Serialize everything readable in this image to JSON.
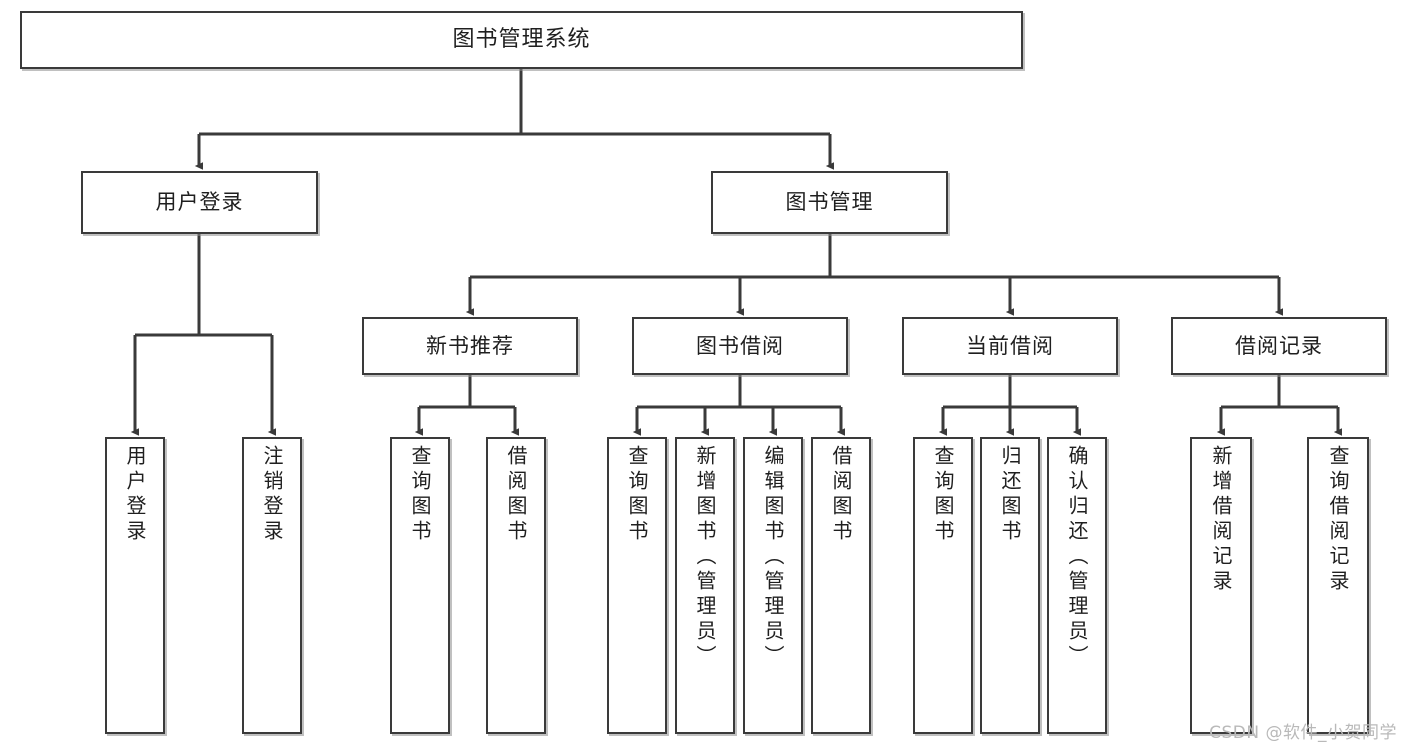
{
  "diagram": {
    "title": "图书管理系统",
    "type": "functional-decomposition-tree",
    "style": {
      "box_border_color": "#3a3a3a",
      "box_fill_color": "#ffffff",
      "connector_color": "#3a3a3a",
      "text_color": "#1f1f1f",
      "watermark_color": "#b9b9b9"
    },
    "root": {
      "label": "图书管理系统"
    },
    "level2": [
      {
        "label": "用户登录"
      },
      {
        "label": "图书管理"
      }
    ],
    "level3": [
      {
        "label": "新书推荐"
      },
      {
        "label": "图书借阅"
      },
      {
        "label": "当前借阅"
      },
      {
        "label": "借阅记录"
      }
    ],
    "leaves": {
      "user_login": [
        {
          "label": "用户登录"
        },
        {
          "label": "注销登录"
        }
      ],
      "new_book_recommend": [
        {
          "label": "查询图书"
        },
        {
          "label": "借阅图书"
        }
      ],
      "book_borrow": [
        {
          "label": "查询图书"
        },
        {
          "label": "新增图书（管理员）"
        },
        {
          "label": "编辑图书（管理员）"
        },
        {
          "label": "借阅图书"
        }
      ],
      "current_borrow": [
        {
          "label": "查询图书"
        },
        {
          "label": "归还图书"
        },
        {
          "label": "确认归还（管理员）"
        }
      ],
      "borrow_record": [
        {
          "label": "新增借阅记录"
        },
        {
          "label": "查询借阅记录"
        }
      ]
    }
  },
  "watermark": {
    "text": "CSDN @软件_小贺同学"
  }
}
